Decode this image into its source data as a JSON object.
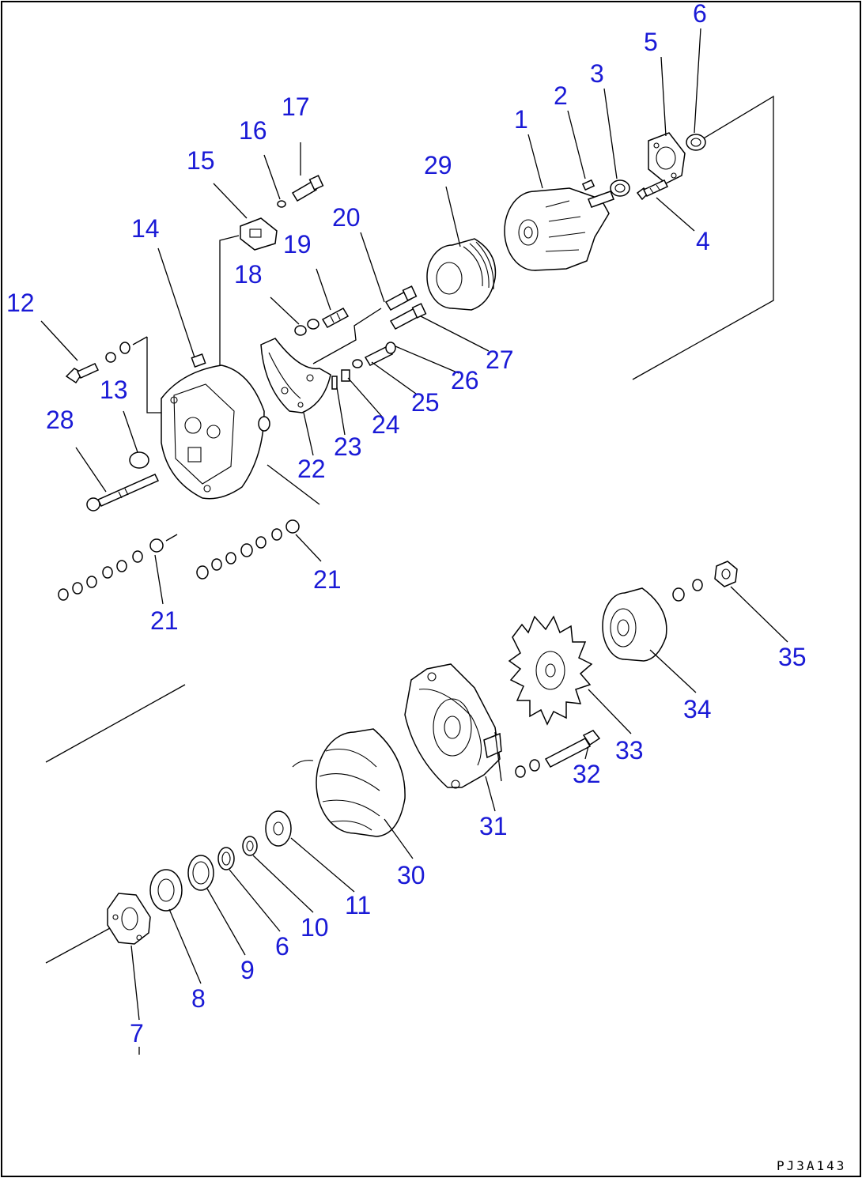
{
  "diagram": {
    "drawing_code": "PJ3A143",
    "callout_color": "#1a1ad6",
    "line_color": "#000000",
    "background": "#ffffff"
  },
  "callouts": {
    "c1": "1",
    "c2": "2",
    "c3": "3",
    "c4": "4",
    "c5": "5",
    "c6a": "6",
    "c6b": "6",
    "c7": "7",
    "c8": "8",
    "c9": "9",
    "c10": "10",
    "c11": "11",
    "c12": "12",
    "c13": "13",
    "c14": "14",
    "c15": "15",
    "c16": "16",
    "c17": "17",
    "c18": "18",
    "c19": "19",
    "c20": "20",
    "c21a": "21",
    "c21b": "21",
    "c22": "22",
    "c23": "23",
    "c24": "24",
    "c25": "25",
    "c26": "26",
    "c27": "27",
    "c28": "28",
    "c29": "29",
    "c30": "30",
    "c31": "31",
    "c32": "32",
    "c33": "33",
    "c34": "34",
    "c35": "35"
  }
}
